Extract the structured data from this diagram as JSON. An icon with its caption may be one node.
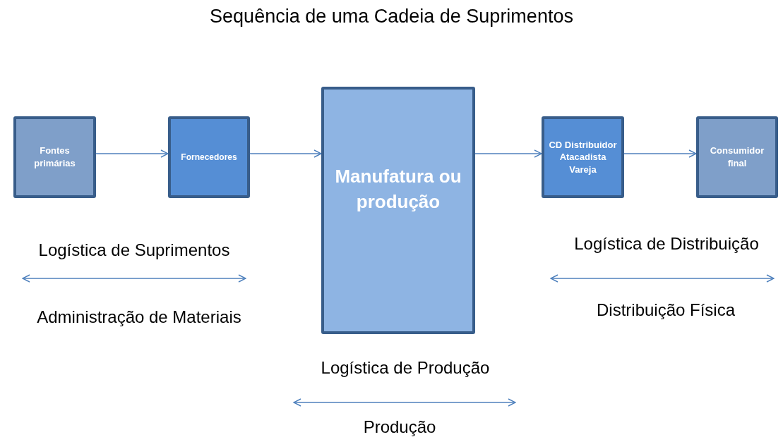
{
  "diagram": {
    "title": "Sequência de uma Cadeia de Suprimentos",
    "nodes": [
      {
        "text": [
          "Fontes primárias"
        ]
      },
      {
        "text": [
          "Fornecedores"
        ]
      },
      {
        "text": [
          "Manufatura ou produção"
        ]
      },
      {
        "text": [
          "CD Distribuidor Atacadista Vareja"
        ]
      },
      {
        "text": [
          "Consumidor final"
        ]
      }
    ],
    "edges": [
      {
        "from": 0,
        "to": 1,
        "arrow": "to"
      },
      {
        "from": 1,
        "to": 2,
        "arrow": "to"
      },
      {
        "from": 2,
        "to": 3,
        "arrow": "to"
      },
      {
        "from": 3,
        "to": 4,
        "arrow": "to"
      }
    ],
    "labels": [
      "Logística de Suprimentos",
      "Logística de Distribuição",
      "Administração de Materiais",
      "Distribuição Física",
      "Logística de Produção",
      "Produção"
    ]
  }
}
